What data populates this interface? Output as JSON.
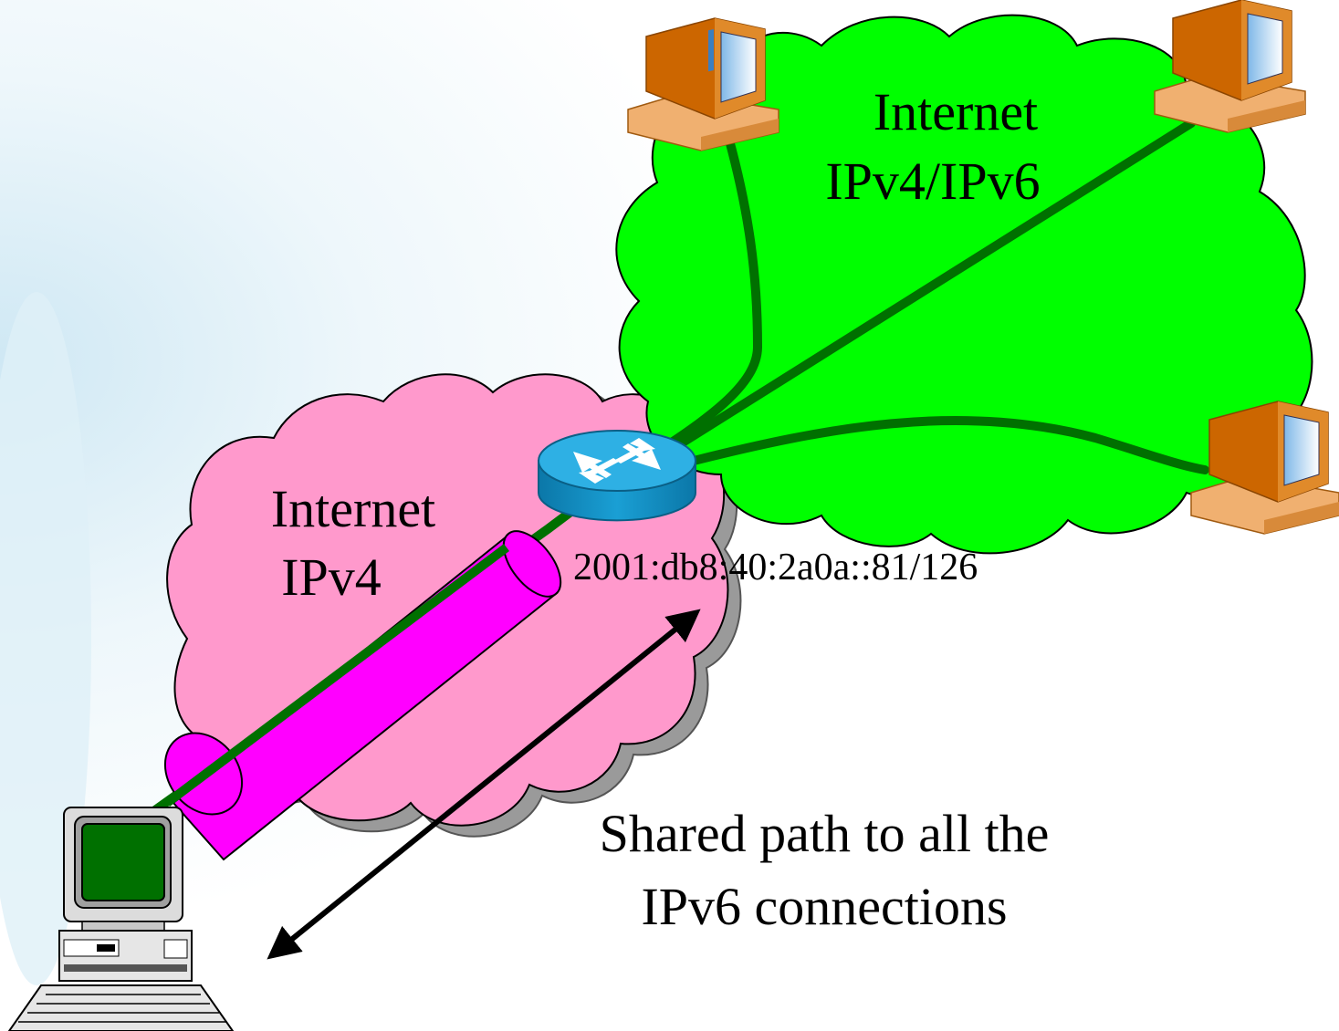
{
  "clouds": {
    "ipv4": {
      "line1": "Internet",
      "line2": "IPv4",
      "color": "#ff99cc"
    },
    "dual": {
      "line1": "Internet",
      "line2": "IPv4/IPv6",
      "color": "#00ff00"
    }
  },
  "router": {
    "address": "2001:db8:40:2a0a::81/126"
  },
  "annotation": {
    "line1": "Shared path to all the",
    "line2": "IPv6 connections"
  },
  "colors": {
    "tunnel": "#ff00ff",
    "link": "#007000",
    "arrow": "#000000",
    "router": "#1a9fd4"
  },
  "icons": [
    "router-icon",
    "client-computer-icon",
    "host-computer-icon"
  ]
}
